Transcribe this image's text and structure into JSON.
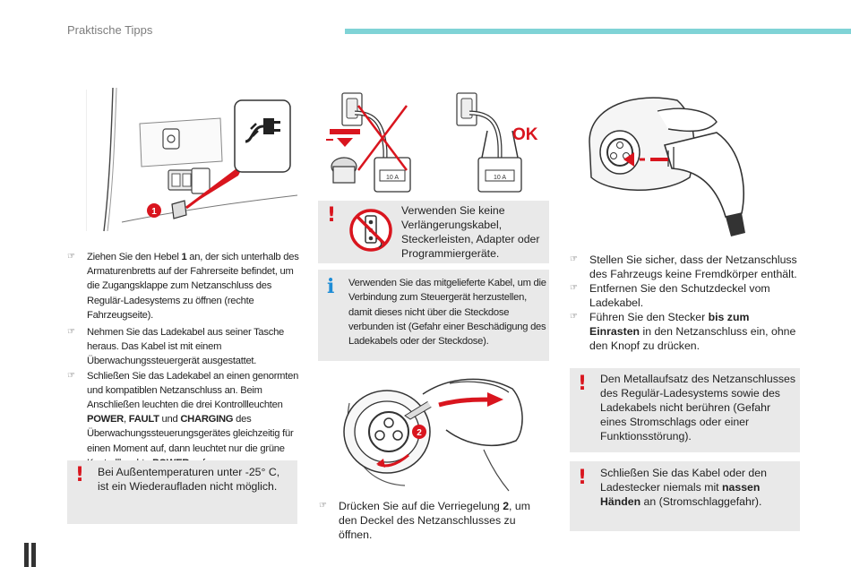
{
  "header": {
    "title": "Praktische Tipps",
    "accent_color": "#7fd3d6"
  },
  "illustrations": {
    "charging_flap": {
      "callout_number": "1"
    },
    "cable_usage": {
      "ok_label": "OK",
      "plate_label": "10 A"
    },
    "socket_cover": {
      "callout_number": "2"
    }
  },
  "left_column": {
    "steps": [
      {
        "parts": [
          {
            "text": "Ziehen Sie den Hebel "
          },
          {
            "text": "1",
            "bold": true
          },
          {
            "text": " an, der sich unterhalb des Armaturenbretts auf der Fahrerseite befindet, um die Zugangsklappe zum Netzanschluss des Regulär-Ladesystems zu öffnen (rechte Fahrzeugseite)."
          }
        ]
      },
      {
        "parts": [
          {
            "text": "Nehmen Sie das Ladekabel aus seiner Tasche heraus. Das Kabel ist mit einem Überwachungssteuergerät ausgestattet."
          }
        ]
      },
      {
        "parts": [
          {
            "text": "Schließen Sie das Ladekabel an einen genormten und kompatiblen Netzanschluss an. Beim Anschließen leuchten die drei Kontrollleuchten "
          },
          {
            "text": "POWER",
            "bold": true
          },
          {
            "text": ", "
          },
          {
            "text": "FAULT",
            "bold": true
          },
          {
            "text": " und "
          },
          {
            "text": "CHARGING",
            "bold": true
          },
          {
            "text": " des Überwachungssteuerungsgerätes gleichzeitig für einen Moment auf, dann leuchtet nur die grüne Kontrollleuchte "
          },
          {
            "text": "POWER",
            "bold": true
          },
          {
            "text": " auf."
          }
        ]
      }
    ],
    "warning": {
      "mark": "!",
      "parts": [
        {
          "text": "Bei Außentemperaturen unter -25° C, ist ein Wiederaufladen nicht möglich."
        }
      ]
    }
  },
  "middle_column": {
    "warning": {
      "mark": "!",
      "parts": [
        {
          "text": "Verwenden Sie keine Verlängerungskabel, Steckerleisten, Adapter oder Programmiergeräte."
        }
      ]
    },
    "info": {
      "mark": "i",
      "parts": [
        {
          "text": "Verwenden Sie das mitgelieferte Kabel, um die Verbindung zum Steuergerät herzustellen, damit dieses nicht über die Steckdose verbunden ist (Gefahr einer Beschädigung des Ladekabels oder der Steckdose)."
        }
      ]
    },
    "steps": [
      {
        "parts": [
          {
            "text": "Drücken Sie auf die Verriegelung "
          },
          {
            "text": "2",
            "bold": true
          },
          {
            "text": ", um den Deckel des Netzanschlusses zu öffnen."
          }
        ]
      }
    ]
  },
  "right_column": {
    "steps": [
      {
        "parts": [
          {
            "text": "Stellen Sie sicher, dass der Netzanschluss des Fahrzeugs keine Fremdkörper enthält."
          }
        ]
      },
      {
        "parts": [
          {
            "text": "Entfernen Sie den Schutzdeckel vom Ladekabel."
          }
        ]
      },
      {
        "parts": [
          {
            "text": "Führen Sie den Stecker "
          },
          {
            "text": "bis zum Einrasten",
            "bold": true
          },
          {
            "text": " in den Netzanschluss ein, ohne den Knopf zu drücken."
          }
        ]
      }
    ],
    "warning_1": {
      "mark": "!",
      "parts": [
        {
          "text": "Den Metallaufsatz des Netzanschlusses des Regulär-Ladesystems sowie des Ladekabels nicht berühren (Gefahr eines Stromschlags oder einer Funktionsstörung)."
        }
      ]
    },
    "warning_2": {
      "mark": "!",
      "parts": [
        {
          "text": "Schließen Sie das Kabel oder den Ladestecker niemals mit "
        },
        {
          "text": "nassen Händen",
          "bold": true
        },
        {
          "text": " an (Stromschlaggefahr)."
        }
      ]
    }
  },
  "bullet_icon": "hand-pointer-icon",
  "colors": {
    "warning": "#d9151e",
    "info": "#1f8dd6",
    "box_background": "#e9e9e9"
  }
}
